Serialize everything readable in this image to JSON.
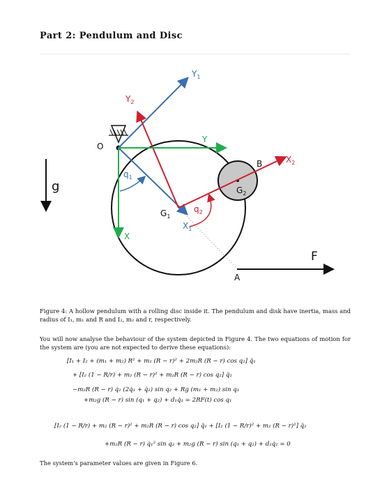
{
  "section": {
    "title": "Part 2: Pendulum and Disc"
  },
  "figure": {
    "labels": {
      "y1": "Y",
      "y1_sub": "1",
      "y2": "Y",
      "y2_sub": "2",
      "y": "Y",
      "x2": "X",
      "x2_sub": "2",
      "x1": "X",
      "x1_sub": "1",
      "x": "X",
      "o": "O",
      "g": "g",
      "q1": "q",
      "q1_sub": "1",
      "q2": "q",
      "q2_sub": "2",
      "g1": "G",
      "g1_sub": "1",
      "g2": "G",
      "g2_sub": "2",
      "b": "B",
      "a": "A",
      "f": "F"
    },
    "colors": {
      "blue": "#3a6fb0",
      "red": "#d0202e",
      "green": "#1fae4b",
      "black": "#111111",
      "disc": "#c8c8c8"
    }
  },
  "caption": "Figure 4: A hollow pendulum with a rolling disc inside it. The pendulum and disk have inertia, mass and radius of I₁, m₁ and R and I₂, m₂ and r, respectively.",
  "intro": "You will now analyse the behaviour of the system depicted in Figure 4. The two equations of motion for the system are (you are not expected to derive these equations):",
  "equations": {
    "eq1_line1": "[I₁ + I₂ + (m₁ + m₂) R² + m₂ (R − r)² + 2m₂R (R − r) cos q₂] q̈₁",
    "eq1_line2": "+ [I₂ (1 − R/r) + m₂ (R − r)² + m₂R (R − r) cos q₂] q̈₂",
    "eq1_line3": "−m₂R (R − r) q̇₂ (2q̇₁ + q̇₂) sin q₂ + Rg (m₁ + m₂) sin q₁",
    "eq1_line4": "+m₂g (R − r) sin (q₁ + q₂) + d₁q̇₁ = 2RF(t) cos q₁",
    "eq2_line1": "[I₂ (1 − R/r) + m₂ (R − r)² + m₂R (R − r) cos q₂] q̈₁ + [I₂ (1 − R/r)² + m₂ (R − r)²] q̈₂",
    "eq2_line2": "+m₂R (R − r) q̇₁² sin q₂ + m₂g (R − r) sin (q₁ + q₂) + d₂q̇₂ = 0"
  },
  "final": "The system's parameter values are given in Figure 6."
}
